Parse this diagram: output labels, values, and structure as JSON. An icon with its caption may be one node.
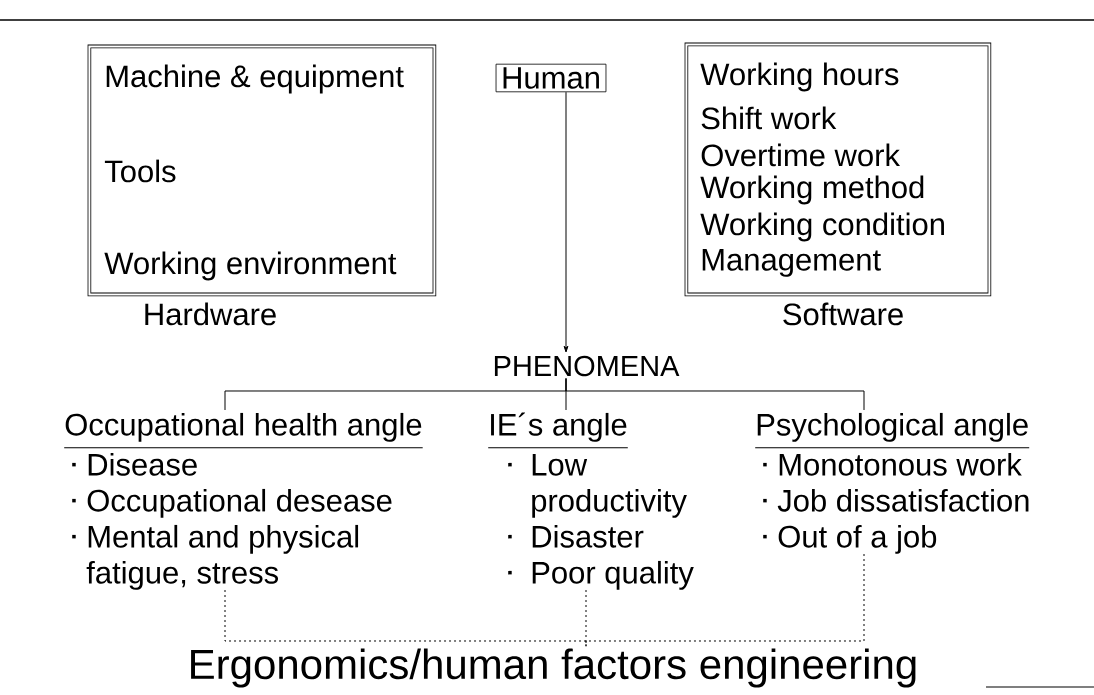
{
  "diagram": {
    "nodes": [
      {
        "text": [
          "Machine & equipment",
          "Tools",
          "Working environment",
          "Hardware"
        ]
      },
      {
        "text": [
          "Human"
        ]
      },
      {
        "text": [
          "Working hours",
          "Shift work",
          "Overtime work",
          "Working method",
          "Working condition",
          "Management",
          "Software"
        ]
      },
      {
        "text": [
          "PHENOMENA"
        ]
      },
      {
        "text": [
          "Occupational health angle",
          "Disease",
          "Occupational desease",
          "Mental and physical fatigue, stress"
        ]
      },
      {
        "text": [
          "IE´s angle",
          "Low productivity",
          "Disaster",
          "Poor quality"
        ]
      },
      {
        "text": [
          "Psychological angle",
          "Monotonous work",
          "Job dissatisfaction",
          "Out of a job"
        ]
      },
      {
        "text": [
          "Ergonomics/human factors engineering"
        ]
      }
    ],
    "edges": [
      {
        "from": 1,
        "to": 3,
        "arrow": "to"
      },
      {
        "from": 3,
        "to": 4,
        "arrow": "none"
      },
      {
        "from": 3,
        "to": 5,
        "arrow": "none"
      },
      {
        "from": 3,
        "to": 6,
        "arrow": "none"
      },
      {
        "from": 4,
        "to": 7,
        "arrow": "none",
        "style": "dashed"
      },
      {
        "from": 5,
        "to": 7,
        "arrow": "none",
        "style": "dashed"
      },
      {
        "from": 6,
        "to": 7,
        "arrow": "none",
        "style": "dashed"
      }
    ]
  }
}
